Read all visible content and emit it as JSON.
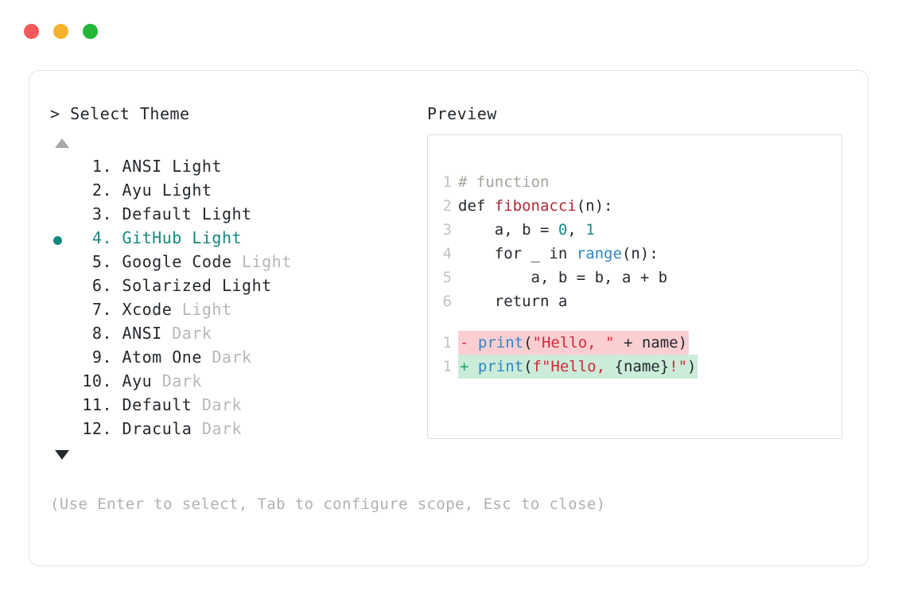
{
  "window": {
    "traffic_lights": [
      {
        "name": "close",
        "color": "#f4595b"
      },
      {
        "name": "minimize",
        "color": "#f5b32b"
      },
      {
        "name": "maximize",
        "color": "#22b737"
      }
    ]
  },
  "prompt": {
    "marker": ">",
    "title": "Select Theme",
    "title_full": "> Select Theme",
    "scroll_up_icon": "triangle-up",
    "scroll_down_icon": "triangle-down"
  },
  "theme_list": {
    "selected_index": 4,
    "selected_color": "#12897f",
    "bullet_icon": "filled-circle",
    "items": [
      {
        "index": "1.",
        "name": "ANSI Light",
        "suffix": "",
        "selected": false
      },
      {
        "index": "2.",
        "name": "Ayu Light",
        "suffix": "",
        "selected": false
      },
      {
        "index": "3.",
        "name": "Default Light",
        "suffix": "",
        "selected": false
      },
      {
        "index": "4.",
        "name": "GitHub Light",
        "suffix": "",
        "selected": true
      },
      {
        "index": "5.",
        "name": "Google Code",
        "suffix": " Light",
        "selected": false
      },
      {
        "index": "6.",
        "name": "Solarized Light",
        "suffix": "",
        "selected": false
      },
      {
        "index": "7.",
        "name": "Xcode",
        "suffix": " Light",
        "selected": false
      },
      {
        "index": "8.",
        "name": "ANSI",
        "suffix": " Dark",
        "selected": false
      },
      {
        "index": "9.",
        "name": "Atom One",
        "suffix": " Dark",
        "selected": false
      },
      {
        "index": "10.",
        "name": "Ayu",
        "suffix": " Dark",
        "selected": false
      },
      {
        "index": "11.",
        "name": "Default",
        "suffix": " Dark",
        "selected": false
      },
      {
        "index": "12.",
        "name": "Dracula",
        "suffix": " Dark",
        "selected": false
      }
    ]
  },
  "preview": {
    "title": "Preview",
    "code_lines": [
      {
        "ln": "1",
        "tokens": [
          {
            "t": "# function",
            "c": "comment"
          }
        ]
      },
      {
        "ln": "2",
        "tokens": [
          {
            "t": "def ",
            "c": "kw"
          },
          {
            "t": "fibonacci",
            "c": "fn"
          },
          {
            "t": "(n):",
            "c": "plain"
          }
        ]
      },
      {
        "ln": "3",
        "tokens": [
          {
            "t": "    a, b = ",
            "c": "plain"
          },
          {
            "t": "0",
            "c": "num"
          },
          {
            "t": ", ",
            "c": "plain"
          },
          {
            "t": "1",
            "c": "num"
          }
        ]
      },
      {
        "ln": "4",
        "tokens": [
          {
            "t": "    for _ in ",
            "c": "plain"
          },
          {
            "t": "range",
            "c": "builtin"
          },
          {
            "t": "(n):",
            "c": "plain"
          }
        ]
      },
      {
        "ln": "5",
        "tokens": [
          {
            "t": "        a, b = b, a + b",
            "c": "plain"
          }
        ]
      },
      {
        "ln": "6",
        "tokens": [
          {
            "t": "    return a",
            "c": "plain"
          }
        ]
      }
    ],
    "diff_lines": [
      {
        "ln": "1",
        "kind": "del",
        "sign": "-",
        "bg": "#fbcfd2",
        "tokens": [
          {
            "t": "print",
            "c": "call"
          },
          {
            "t": "(",
            "c": "plain"
          },
          {
            "t": "\"Hello, \"",
            "c": "str"
          },
          {
            "t": " + name)",
            "c": "plain"
          }
        ]
      },
      {
        "ln": "1",
        "kind": "add",
        "sign": "+",
        "bg": "#caecd8",
        "tokens": [
          {
            "t": "print",
            "c": "call"
          },
          {
            "t": "(",
            "c": "plain"
          },
          {
            "t": "f\"Hello, ",
            "c": "str"
          },
          {
            "t": "{name}",
            "c": "plain"
          },
          {
            "t": "!\"",
            "c": "str"
          },
          {
            "t": ")",
            "c": "plain"
          }
        ]
      }
    ]
  },
  "footer": {
    "hint": "(Use Enter to select, Tab to configure scope, Esc to close)"
  }
}
